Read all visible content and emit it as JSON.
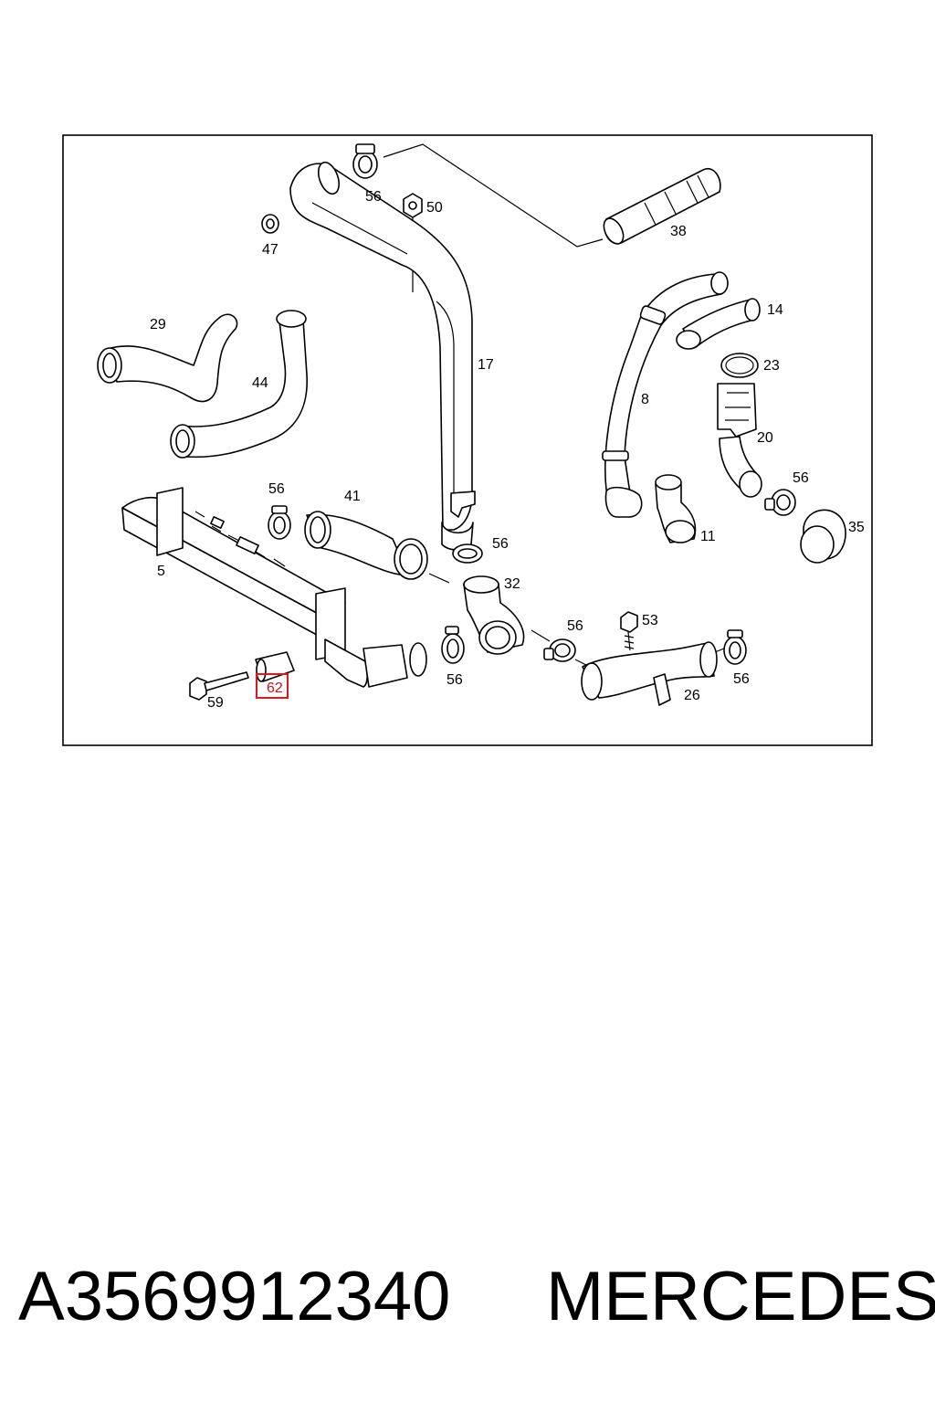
{
  "diagram": {
    "callouts": {
      "c56a": "56",
      "c50": "50",
      "c47": "47",
      "c38": "38",
      "c29": "29",
      "c44": "44",
      "c17": "17",
      "c14": "14",
      "c23": "23",
      "c8": "8",
      "c20": "20",
      "c56b": "56",
      "c35": "35",
      "c11": "11",
      "c56c": "56",
      "c41": "41",
      "c5": "5",
      "c56d": "56",
      "c32": "32",
      "c56e": "56",
      "c53": "53",
      "c56f": "56",
      "c56g": "56",
      "c26": "26",
      "c59": "59",
      "c62": "62"
    },
    "highlighted_callout": "62",
    "highlight_color": "#e0181d"
  },
  "caption": {
    "part_number": "A3569912340",
    "brand": "MERCEDES"
  }
}
